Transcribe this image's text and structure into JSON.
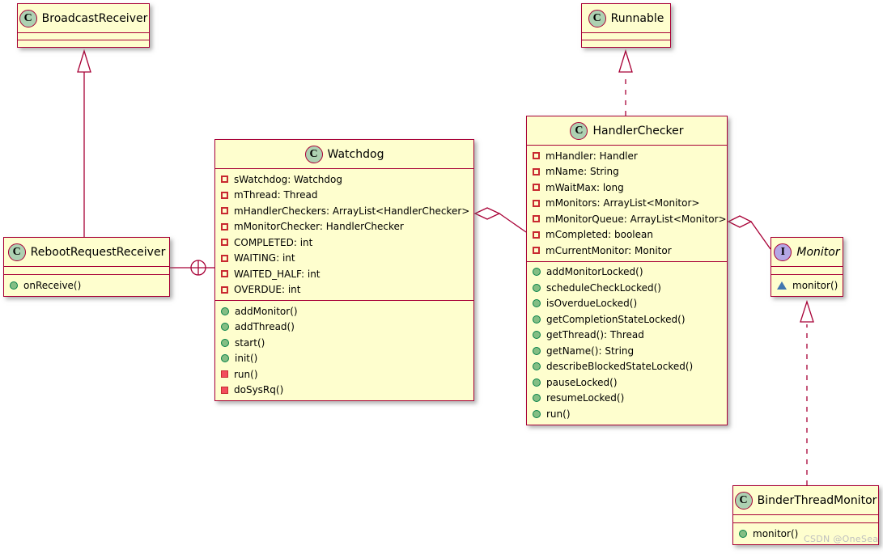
{
  "diagram": {
    "kind": "uml-class-diagram",
    "watermark": "CSDN @OneSea",
    "colors": {
      "box_fill": "#FEFECE",
      "border": "#A80036",
      "class_spot_fill": "#ADD1B2",
      "interface_spot_fill": "#B4A7E5",
      "public_method_icon": "#84BE84",
      "private_method_icon": "#F24D5C",
      "private_field_icon_border": "#C82930",
      "package_method_icon": "#4177AF",
      "background": "#FFFFFF"
    }
  },
  "classes": [
    {
      "name": "BroadcastReceiver",
      "kind": "class",
      "letter": "C",
      "fields": [],
      "methods": []
    },
    {
      "name": "Runnable",
      "kind": "class",
      "letter": "C",
      "fields": [],
      "methods": []
    },
    {
      "name": "Watchdog",
      "kind": "class",
      "letter": "C",
      "fields": [
        {
          "visibility": "private",
          "text": "sWatchdog: Watchdog"
        },
        {
          "visibility": "private",
          "text": "mThread: Thread"
        },
        {
          "visibility": "private",
          "text": "mHandlerCheckers: ArrayList<HandlerChecker>"
        },
        {
          "visibility": "private",
          "text": "mMonitorChecker: HandlerChecker"
        },
        {
          "visibility": "private",
          "text": "COMPLETED: int"
        },
        {
          "visibility": "private",
          "text": "WAITING: int"
        },
        {
          "visibility": "private",
          "text": "WAITED_HALF: int"
        },
        {
          "visibility": "private",
          "text": "OVERDUE: int"
        }
      ],
      "methods": [
        {
          "visibility": "public",
          "text": "addMonitor()"
        },
        {
          "visibility": "public",
          "text": "addThread()"
        },
        {
          "visibility": "public",
          "text": "start()"
        },
        {
          "visibility": "public",
          "text": "init()"
        },
        {
          "visibility": "private",
          "text": "run()"
        },
        {
          "visibility": "private",
          "text": "doSysRq()"
        }
      ]
    },
    {
      "name": "HandlerChecker",
      "kind": "class",
      "letter": "C",
      "fields": [
        {
          "visibility": "private",
          "text": "mHandler: Handler"
        },
        {
          "visibility": "private",
          "text": "mName: String"
        },
        {
          "visibility": "private",
          "text": "mWaitMax: long"
        },
        {
          "visibility": "private",
          "text": "mMonitors: ArrayList<Monitor>"
        },
        {
          "visibility": "private",
          "text": "mMonitorQueue: ArrayList<Monitor>"
        },
        {
          "visibility": "private",
          "text": "mCompleted: boolean"
        },
        {
          "visibility": "private",
          "text": "mCurrentMonitor: Monitor"
        }
      ],
      "methods": [
        {
          "visibility": "public",
          "text": "addMonitorLocked()"
        },
        {
          "visibility": "public",
          "text": "scheduleCheckLocked()"
        },
        {
          "visibility": "public",
          "text": "isOverdueLocked()"
        },
        {
          "visibility": "public",
          "text": "getCompletionStateLocked()"
        },
        {
          "visibility": "public",
          "text": "getThread(): Thread"
        },
        {
          "visibility": "public",
          "text": "getName(): String"
        },
        {
          "visibility": "public",
          "text": "describeBlockedStateLocked()"
        },
        {
          "visibility": "public",
          "text": "pauseLocked()"
        },
        {
          "visibility": "public",
          "text": "resumeLocked()"
        },
        {
          "visibility": "public",
          "text": "run()"
        }
      ]
    },
    {
      "name": "Monitor",
      "kind": "interface",
      "letter": "I",
      "fields": [],
      "methods": [
        {
          "visibility": "package",
          "text": "monitor()"
        }
      ]
    },
    {
      "name": "RebootRequestReceiver",
      "kind": "class",
      "letter": "C",
      "fields": [],
      "methods": [
        {
          "visibility": "public",
          "text": "onReceive()"
        }
      ]
    },
    {
      "name": "BinderThreadMonitor",
      "kind": "class",
      "letter": "C",
      "fields": [],
      "methods": [
        {
          "visibility": "public",
          "text": "monitor()"
        }
      ]
    }
  ],
  "relationships": [
    {
      "from": "RebootRequestReceiver",
      "to": "BroadcastReceiver",
      "type": "extends",
      "line": "solid",
      "arrow": "hollow-triangle"
    },
    {
      "from": "HandlerChecker",
      "to": "Runnable",
      "type": "implements",
      "line": "dashed",
      "arrow": "hollow-triangle"
    },
    {
      "from": "BinderThreadMonitor",
      "to": "Monitor",
      "type": "implements",
      "line": "dashed",
      "arrow": "hollow-triangle"
    },
    {
      "from": "Watchdog",
      "to": "HandlerChecker",
      "type": "aggregation",
      "line": "solid",
      "arrow": "hollow-diamond"
    },
    {
      "from": "HandlerChecker",
      "to": "Monitor",
      "type": "aggregation",
      "line": "solid",
      "arrow": "hollow-diamond"
    },
    {
      "from": "Watchdog",
      "to": "RebootRequestReceiver",
      "type": "inner-class",
      "line": "solid",
      "arrow": "circle-plus"
    }
  ]
}
